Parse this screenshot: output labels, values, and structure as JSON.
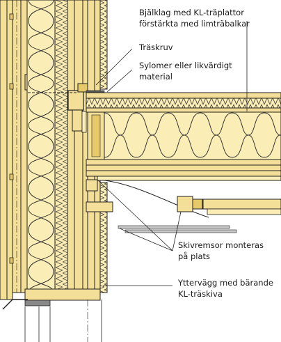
{
  "annotations": {
    "floor_structure": [
      "Bjälklag med KL-träplattor",
      "förstärkta med limträbalkar"
    ],
    "wood_screw": "Träskruv",
    "sylomer": [
      "Sylomer eller likvärdigt",
      "material"
    ],
    "board_strips": [
      "Skivremsor monteras",
      "på plats"
    ],
    "outer_wall": [
      "Yttervägg med bärande",
      "KL-träskiva"
    ]
  },
  "colors": {
    "wood": "#f3df97",
    "wood_dark": "#e7c96a",
    "insulation": "#faedb6",
    "line": "#222222",
    "background": "#ffffff"
  }
}
